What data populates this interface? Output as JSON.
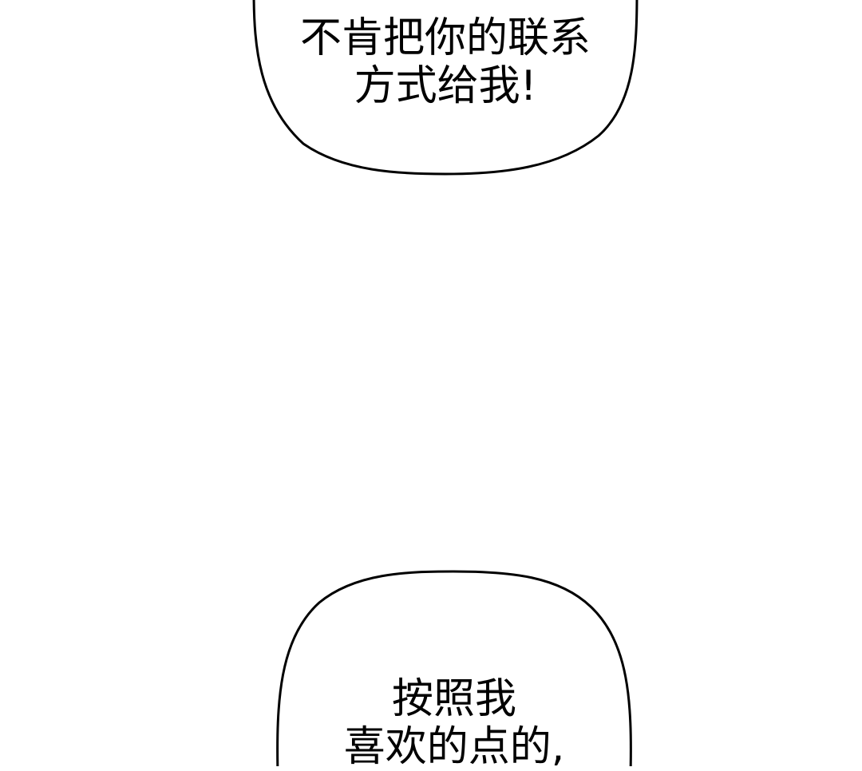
{
  "panels": [
    {
      "lines": [
        "不肯把你的联系",
        "方式给我!"
      ]
    },
    {
      "lines": [
        "按照我",
        "喜欢的点的,"
      ]
    }
  ],
  "colors": {
    "background": "#ffffff",
    "ink": "#000000"
  }
}
